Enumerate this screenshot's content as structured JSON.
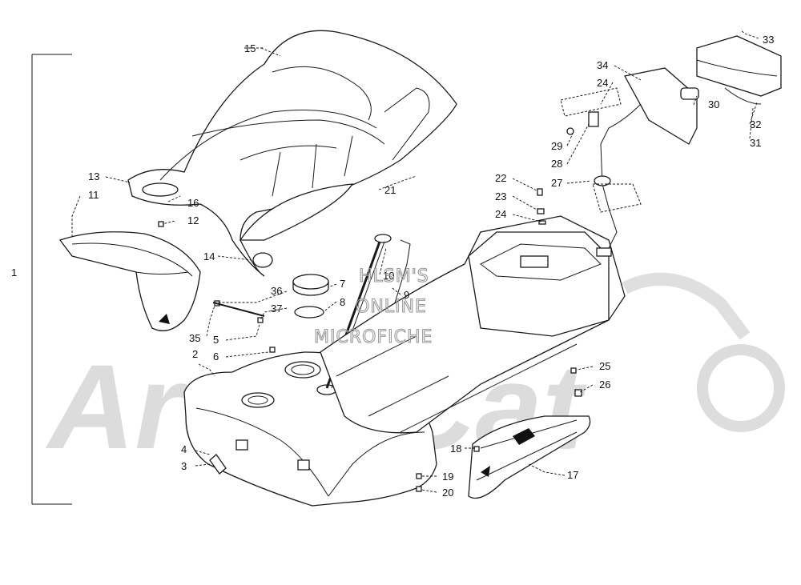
{
  "watermark": {
    "brand": "ArcticCat",
    "lines": [
      "HLSM'S",
      "ONLINE",
      "MICROFICHE"
    ]
  },
  "group_label": "1",
  "callouts": [
    {
      "id": "c1",
      "text": "1"
    },
    {
      "id": "c2",
      "text": "2"
    },
    {
      "id": "c3",
      "text": "3"
    },
    {
      "id": "c4",
      "text": "4"
    },
    {
      "id": "c5",
      "text": "5"
    },
    {
      "id": "c6",
      "text": "6"
    },
    {
      "id": "c7",
      "text": "7"
    },
    {
      "id": "c8",
      "text": "8"
    },
    {
      "id": "c9",
      "text": "9"
    },
    {
      "id": "c10",
      "text": "10"
    },
    {
      "id": "c11",
      "text": "11"
    },
    {
      "id": "c12",
      "text": "12"
    },
    {
      "id": "c13",
      "text": "13"
    },
    {
      "id": "c14",
      "text": "14"
    },
    {
      "id": "c15",
      "text": "15"
    },
    {
      "id": "c16",
      "text": "16"
    },
    {
      "id": "c17",
      "text": "17"
    },
    {
      "id": "c18",
      "text": "18"
    },
    {
      "id": "c19",
      "text": "19"
    },
    {
      "id": "c20",
      "text": "20"
    },
    {
      "id": "c21",
      "text": "21"
    },
    {
      "id": "c22",
      "text": "22"
    },
    {
      "id": "c23",
      "text": "23"
    },
    {
      "id": "c24a",
      "text": "24"
    },
    {
      "id": "c24b",
      "text": "24"
    },
    {
      "id": "c25",
      "text": "25"
    },
    {
      "id": "c26",
      "text": "26"
    },
    {
      "id": "c27",
      "text": "27"
    },
    {
      "id": "c28",
      "text": "28"
    },
    {
      "id": "c29",
      "text": "29"
    },
    {
      "id": "c30",
      "text": "30"
    },
    {
      "id": "c31",
      "text": "31"
    },
    {
      "id": "c32",
      "text": "32"
    },
    {
      "id": "c33",
      "text": "33"
    },
    {
      "id": "c34",
      "text": "34"
    },
    {
      "id": "c35",
      "text": "35"
    },
    {
      "id": "c36",
      "text": "36"
    },
    {
      "id": "c37",
      "text": "37"
    }
  ],
  "colors": {
    "ink": "#1a1a1a",
    "watermark": "#d9d9d9"
  }
}
